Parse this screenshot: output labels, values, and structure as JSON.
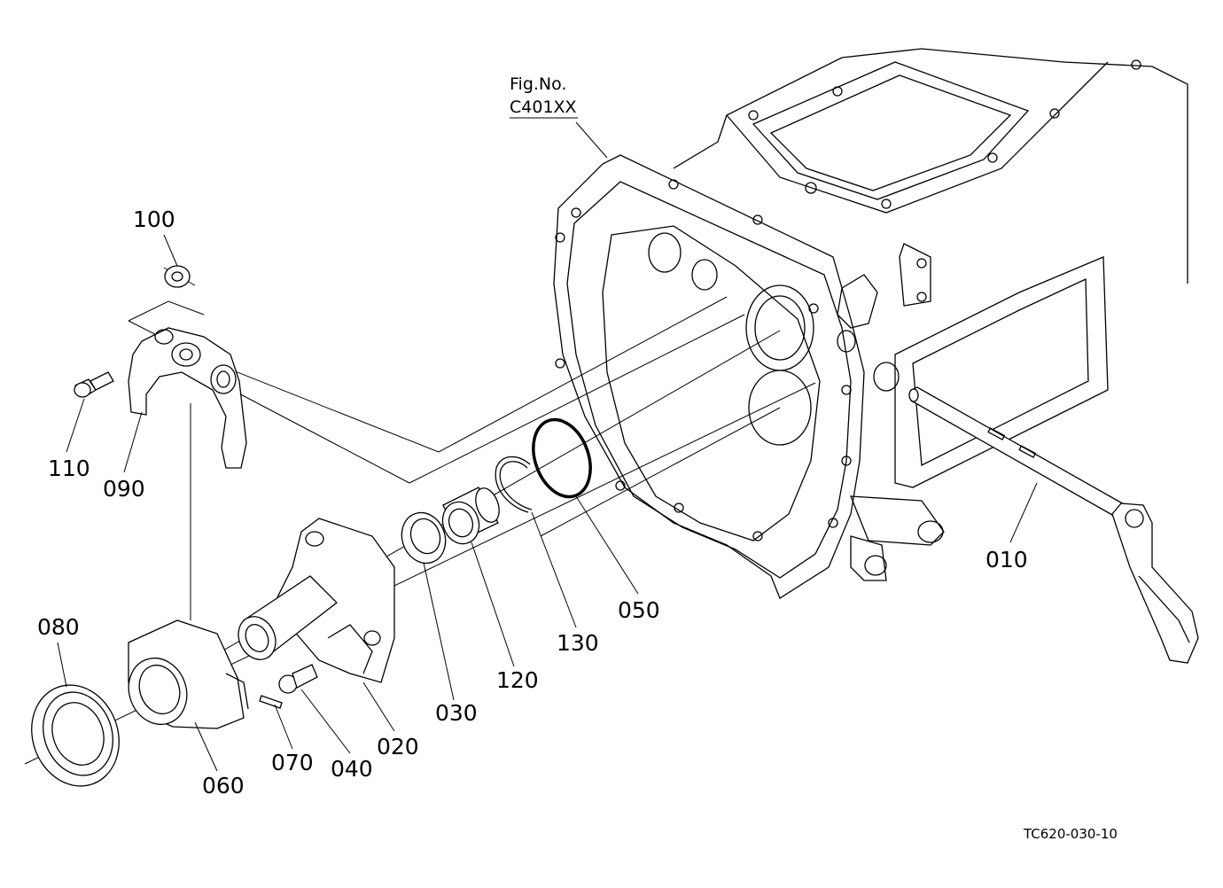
{
  "figure": {
    "fig_no_label": "Fig.No.",
    "fig_code": "C401XX",
    "drawing_ref": "TC620-030-10"
  },
  "parts": [
    {
      "id": "010"
    },
    {
      "id": "020"
    },
    {
      "id": "030"
    },
    {
      "id": "040"
    },
    {
      "id": "050"
    },
    {
      "id": "060"
    },
    {
      "id": "070"
    },
    {
      "id": "080"
    },
    {
      "id": "090"
    },
    {
      "id": "100"
    },
    {
      "id": "110"
    },
    {
      "id": "120"
    },
    {
      "id": "130"
    }
  ]
}
